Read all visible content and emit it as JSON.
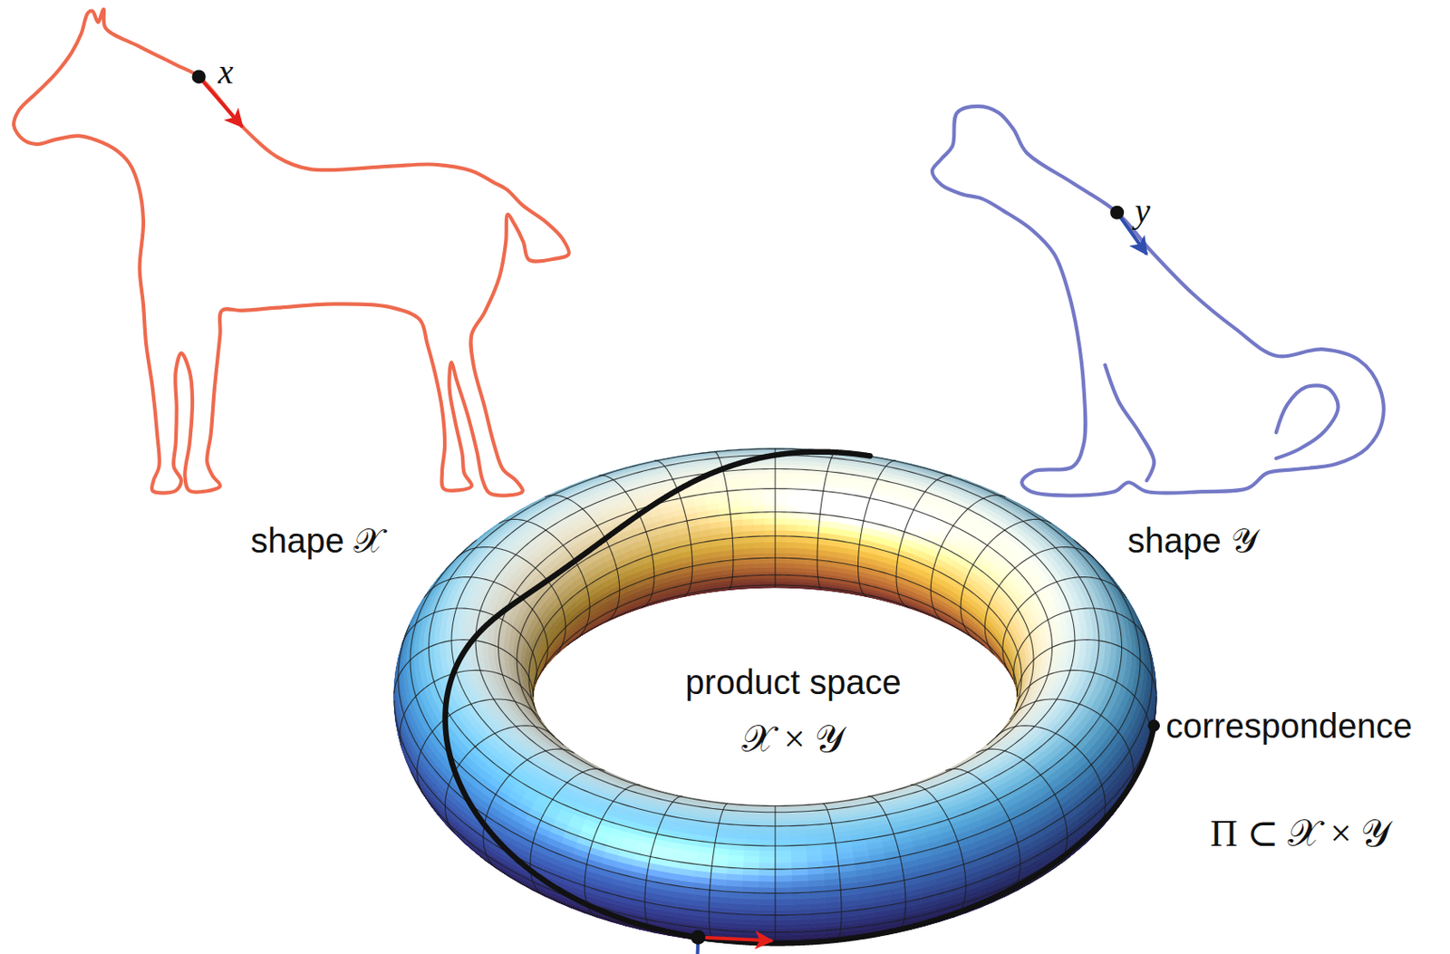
{
  "diagram": {
    "labels": [
      "x",
      "y",
      "shape 𝒳",
      "shape 𝒴",
      "product space",
      "𝒳 × 𝒴",
      "correspondence",
      "Π ⊂ 𝒳 × 𝒴"
    ]
  }
}
